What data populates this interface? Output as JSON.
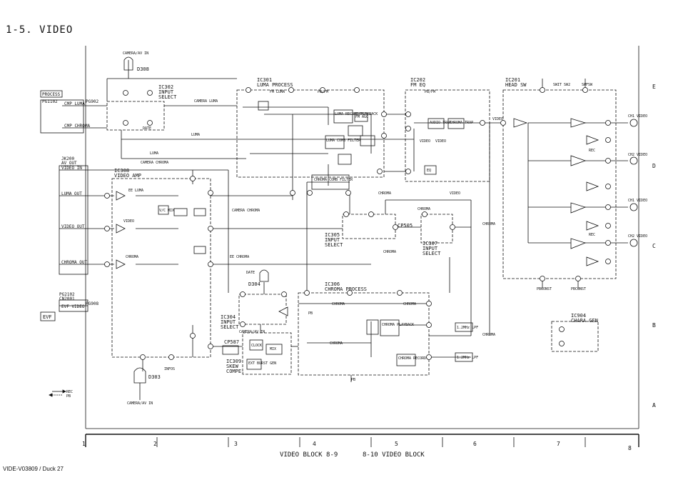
{
  "page_title": "1-5. VIDEO",
  "footer": "VIDE-V03809 / Duck 27",
  "captions": {
    "left": "VIDEO BLOCK   8-9",
    "right": "8-10  VIDEO BLOCK"
  },
  "grid": {
    "columns": [
      "1",
      "2",
      "3",
      "4",
      "5",
      "6",
      "7",
      "8"
    ],
    "rows": [
      "E",
      "D",
      "C",
      "B",
      "A"
    ]
  },
  "blocks": {
    "ic302": [
      "IC302",
      "INPUT",
      "SELECT"
    ],
    "ic301": [
      "IC301",
      "LUMA PROCESS"
    ],
    "ic202": [
      "IC202",
      "FM EQ"
    ],
    "ic201": [
      "IC201",
      "HEAD SW"
    ],
    "ic308": [
      "IC308",
      "VIDEO AMP"
    ],
    "ic305": [
      "IC305",
      "INPUT",
      "SELECT"
    ],
    "ic307": [
      "IC307",
      "INPUT",
      "SELECT"
    ],
    "ic306": [
      "IC306",
      "CHROMA PROCESS"
    ],
    "ic304": [
      "IC304",
      "INPUT",
      "SELECT"
    ],
    "ic309": [
      "IC309",
      "SKEW",
      "COMPE."
    ],
    "ic904": [
      "IC904",
      "CHARA GEN"
    ]
  },
  "connectors": {
    "process": "PROCESS",
    "pg1102": "PG1102",
    "pg902": "PG902",
    "jk200": [
      "JK200",
      "AV OUT"
    ],
    "pg2102": [
      "PG2102",
      "CN2001"
    ],
    "pg908": "PG908",
    "evf": "EVF"
  },
  "gates": [
    "D308",
    "D304",
    "D303"
  ],
  "filters": [
    "CP587",
    "CP505"
  ],
  "heads": [
    "CH1 VIDEO",
    "CH2 VIDEO",
    "CH1 VIDEO",
    "CH2 VIDEO"
  ],
  "pins": {
    "process": [
      "CMP LUMA",
      "CMP CHROMA"
    ],
    "av_out": [
      "VIDEO IN",
      "LUMA OUT",
      "VIDEO OUT",
      "CHROMA OUT"
    ],
    "evf": [
      "EVF VIDEO"
    ]
  },
  "labels": {
    "camera_av_in": "CAMERA/AV IN",
    "pb": "PB",
    "rec": "REC",
    "luma": "LUMA",
    "chroma": "CHROMA",
    "camera_luma": "CAMERA LUMA",
    "camera_chroma": "CAMERA CHROMA",
    "video": "VIDEO",
    "ee_luma": "EE LUMA",
    "ee_chroma": "EE CHROMA",
    "date": "DATE",
    "infos": "INFOS",
    "fm_luma": "FM LUMA",
    "pbconst": "PBCONST",
    "swit_sw": "SWIT SW2",
    "swfsw": "SWFSW",
    "pb_fm": "PB/FM",
    "camera_av_in2": "CAMERA/AV IN",
    "legend_rec": "REC",
    "legend_pb": "PB",
    "lpf": "1.2MHz LPF",
    "luma_comb": "LUMA COMB FILTER",
    "chroma_comb": "CHROMA COMB FILTER",
    "chroma_record": "CHROMA RECORD",
    "chroma_playback": "CHROMA PLAYBACK",
    "luma_record": "LUMA RECORD/PLAYBACK",
    "fm_agc": "FM AGC",
    "audio_trap": "AUDIO TRAP",
    "chroma_trap": "CHROMA TRAP",
    "ext_burst": "EXT BURST GEN",
    "clock": "CLOCK",
    "h_mix": "MIX",
    "vc_mix": "V/C MIX",
    "eq": "EQ"
  }
}
